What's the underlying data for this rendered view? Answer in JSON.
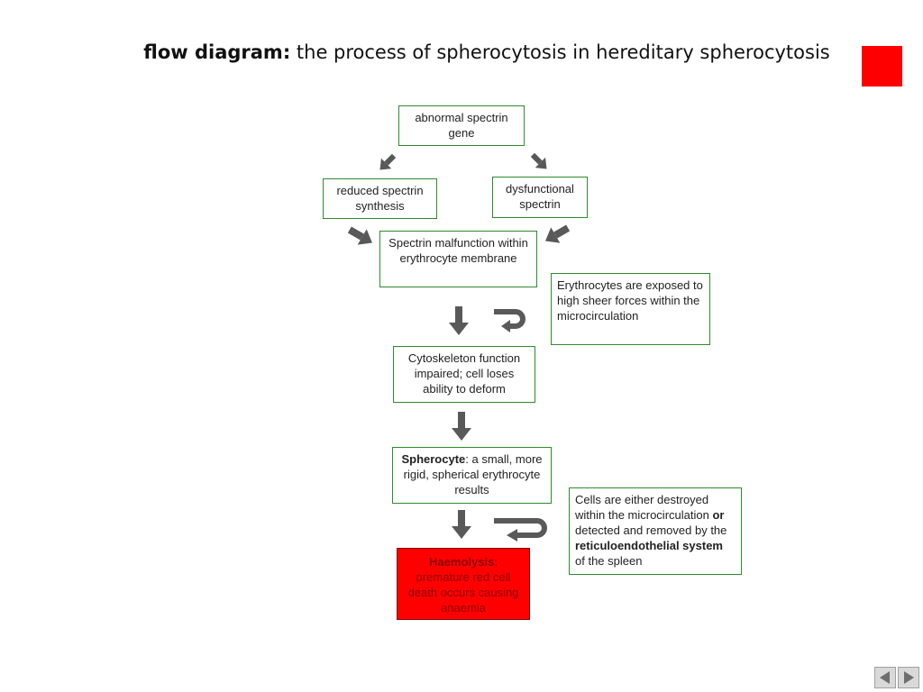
{
  "title": {
    "bold": "flow diagram:",
    "rest": " the process of spherocytosis in hereditary spherocytosis"
  },
  "boxes": {
    "gene": "abnormal spectrin gene",
    "reduced": "reduced spectrin synthesis",
    "dysfunctional": "dysfunctional spectrin",
    "malfunction": "Spectrin malfunction within erythrocyte membrane",
    "forces": "Erythrocytes are exposed to high sheer forces within the microcirculation",
    "cytoskeleton": "Cytoskeleton function impaired; cell loses ability to deform",
    "spherocyte_bold": "Spherocyte",
    "spherocyte_rest": ": a small, more rigid, spherical erythrocyte results",
    "fate_1": "Cells are either destroyed within the microcirculation ",
    "fate_or": "or",
    "fate_2": " detected and removed by the ",
    "fate_ret": "reticuloendothelial system",
    "fate_3": " of the spleen",
    "haemolysis_bold": "Haemolysis",
    "haemolysis_rest": ": premature red cell death occurs causing anaemia"
  },
  "colors": {
    "box_border": "#2e8b2e",
    "arrow": "#595959",
    "accent_red": "#ff0000"
  },
  "icons": {
    "prev": "triangle-left-icon",
    "next": "triangle-right-icon"
  }
}
